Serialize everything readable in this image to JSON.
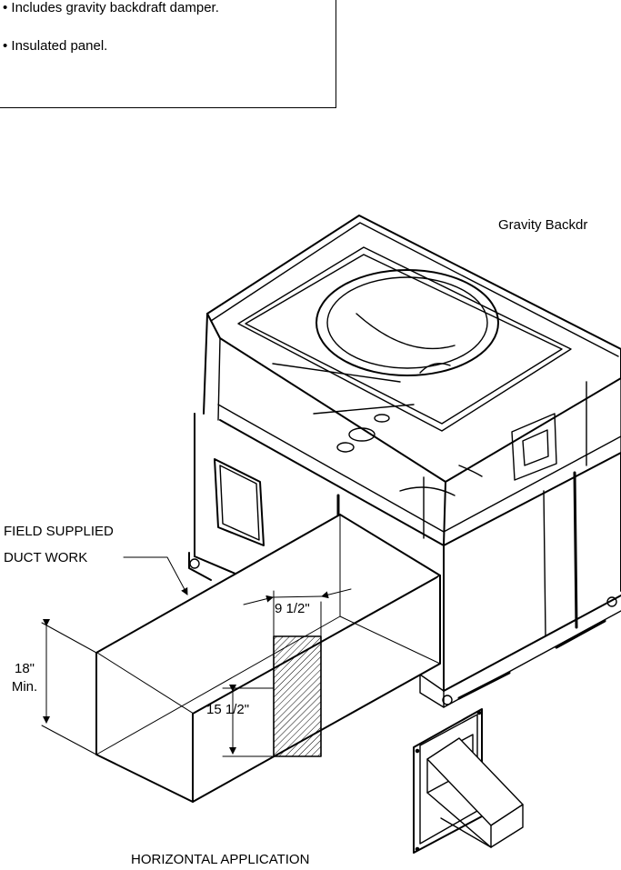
{
  "notes": {
    "items": [
      "• Includes gravity backdraft damper.",
      "• Insulated panel."
    ]
  },
  "labels": {
    "gravity_backdraft": "Gravity Backdr",
    "field_supplied_1": "FIELD SUPPLIED",
    "field_supplied_2": "DUCT WORK",
    "height_value": "18\"",
    "height_min": "Min.",
    "width_dim": "9 1/2\"",
    "opening_height_dim": "15 1/2\"",
    "caption": "HORIZONTAL APPLICATION"
  }
}
